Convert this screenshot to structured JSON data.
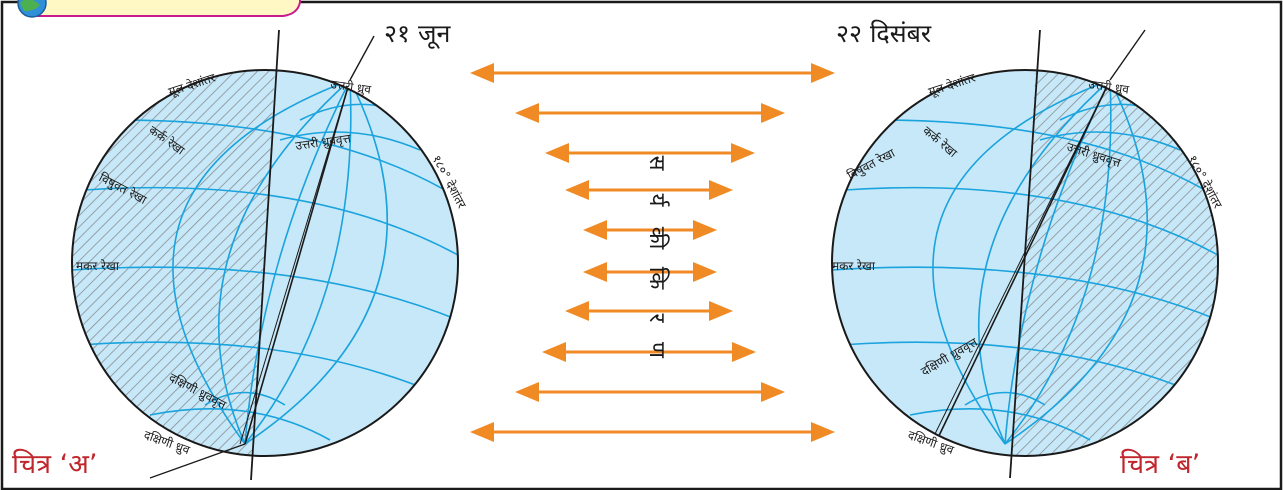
{
  "colors": {
    "ocean": "#c7e8f8",
    "grid": "#1aa3dd",
    "arrow": "#f08a24",
    "caption": "#c0262d",
    "frame": "#1a1a1a",
    "banner_fill": "#fff7c4",
    "banner_stroke": "#c81b8c"
  },
  "dates": {
    "june": "२१ जून",
    "december": "२२ दिसंबर"
  },
  "figure_a": {
    "caption": "चित्र ‘अ’",
    "prime_meridian": "मूल देशांतर",
    "meridian_180": "१८०° देशांतर",
    "north_pole": "उत्तरी ध्रुव",
    "arctic_circle": "उत्तरी ध्रुववृत्त",
    "tropic_cancer": "कर्क रेखा",
    "equator": "विषुवत रेखा",
    "tropic_capricorn": "मकर रेखा",
    "antarctic_circle": "दक्षिणी ध्रुववृत्त",
    "south_pole": "दक्षिणी ध्रुव"
  },
  "figure_b": {
    "caption": "चित्र ‘ब’",
    "prime_meridian": "मूल देशांतर",
    "meridian_180": "१८०° देशांतर",
    "north_pole": "उत्तरी ध्रुव",
    "arctic_circle": "उत्तरी ध्रुववृत्त",
    "tropic_cancer": "कर्क रेखा",
    "equator": "विषुवत रेखा",
    "tropic_capricorn": "मकर रेखा",
    "antarctic_circle": "दक्षिणी ध्रुववृत्त",
    "south_pole": "दक्षिणी ध्रुव"
  },
  "sun_rays_label": [
    "स",
    "र्य",
    "की",
    "कि",
    "र",
    "ण"
  ],
  "icons": [
    "globe-icon"
  ]
}
